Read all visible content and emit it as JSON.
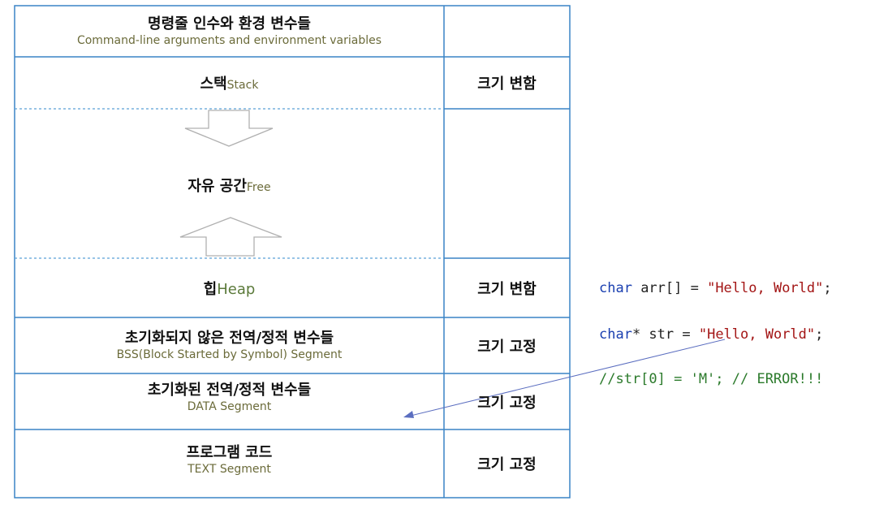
{
  "segments": [
    {
      "ko": "명령줄 인수와 환경 변수들",
      "en": "Command-line arguments and environment variables",
      "size": ""
    },
    {
      "ko": "스택",
      "en": "Stack",
      "size": "크기 변함"
    },
    {
      "ko": "자유 공간",
      "en": "Free",
      "size": ""
    },
    {
      "ko": "힙",
      "en": "Heap",
      "size": "크기 변함"
    },
    {
      "ko": "초기화되지 않은 전역/정적 변수들",
      "en": "BSS(Block Started by Symbol) Segment",
      "size": "크기 고정"
    },
    {
      "ko": "초기화된 전역/정적 변수들",
      "en": "DATA Segment",
      "size": "크기 고정"
    },
    {
      "ko": "프로그램 코드",
      "en": "TEXT Segment",
      "size": "크기 고정"
    }
  ],
  "code": {
    "line1": {
      "type": "char",
      "rest": " arr[] = ",
      "string": "\"Hello, World\"",
      "end": ";"
    },
    "line2": {
      "type": "char",
      "rest": "* str = ",
      "string": "\"Hello, World\"",
      "end": ";"
    },
    "line3": {
      "comment": "//str[0] = 'M'; // ERROR!!!"
    }
  },
  "colors": {
    "border": "#3a84c6",
    "dashed": "#5aa0d8",
    "arrow_outline": "#b0b0b0",
    "pointer": "#5b6ec0"
  }
}
